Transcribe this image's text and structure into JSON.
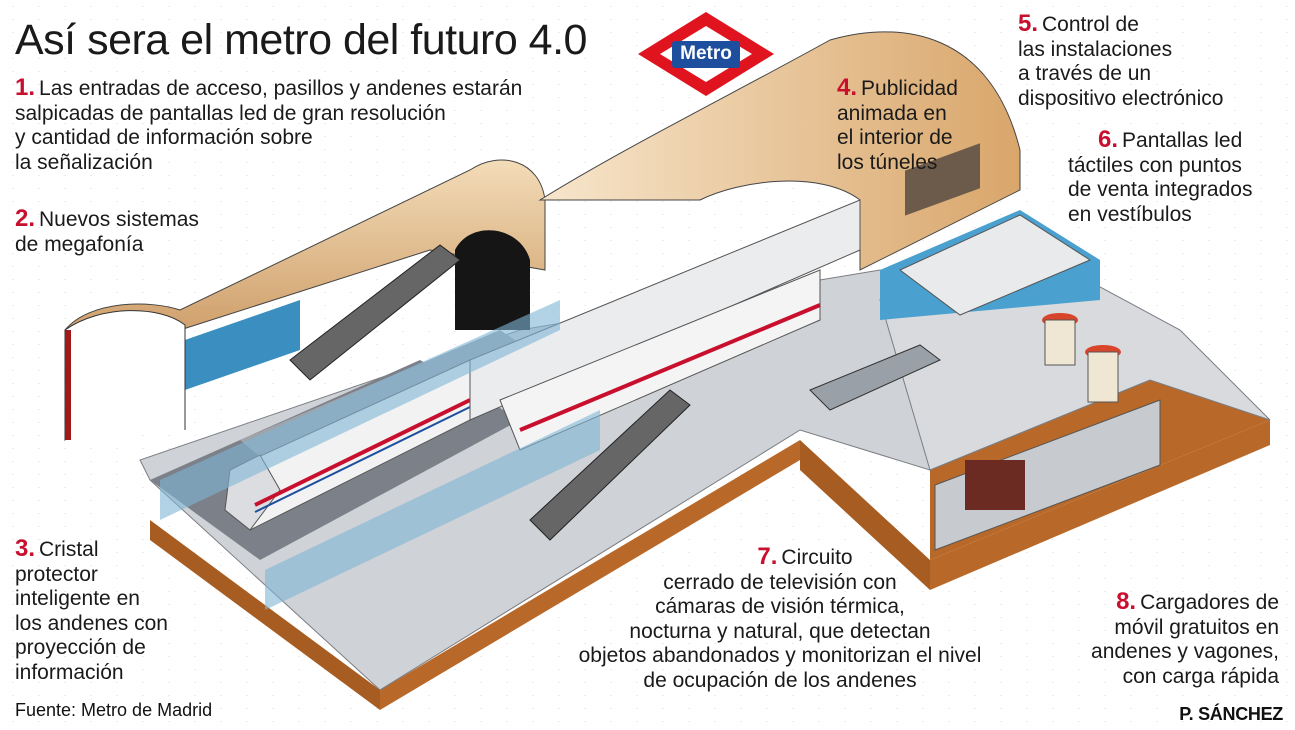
{
  "title": "Así sera el metro del futuro 4.0",
  "logo": {
    "text": "Metro",
    "colors": {
      "diamond": "#e0141e",
      "plate": "#1d4f9e"
    }
  },
  "items": [
    {
      "num": "1.",
      "lines": [
        "Las entradas de acceso, pasillos y andenes estarán",
        "salpicadas de pantallas led de gran resolución",
        "y cantidad de información sobre",
        "la señalización"
      ]
    },
    {
      "num": "2.",
      "lines": [
        "Nuevos sistemas",
        "de megafonía"
      ]
    },
    {
      "num": "3.",
      "lines": [
        "Cristal",
        "protector",
        "inteligente en",
        "los andenes con",
        "proyección de",
        "información"
      ]
    },
    {
      "num": "4.",
      "lines": [
        "Publicidad",
        "animada en",
        "el interior de",
        "los túneles"
      ]
    },
    {
      "num": "5.",
      "lines": [
        "Control de",
        "las instalaciones",
        "a través de un",
        "dispositivo electrónico"
      ]
    },
    {
      "num": "6.",
      "lines": [
        "Pantallas led",
        "táctiles con puntos",
        "de venta integrados",
        "en vestíbulos"
      ]
    },
    {
      "num": "7.",
      "lines": [
        "Circuito",
        "cerrado de televisión con",
        "cámaras de visión térmica,",
        "nocturna y natural, que detectan",
        "objetos abandonados y monitorizan el nivel",
        "de ocupación de los andenes"
      ]
    },
    {
      "num": "8.",
      "lines": [
        "Cargadores de",
        "móvil gratuitos en",
        "andenes y vagones,",
        "con carga rápida"
      ]
    }
  ],
  "source": "Fuente: Metro de Madrid",
  "credit": "P. SÁNCHEZ",
  "colors": {
    "accent": "#c8102e",
    "arch": "#d9a66b",
    "earth": "#b8692a",
    "floor": "#c9ccd1",
    "wall_blue": "#3a8fc0"
  }
}
